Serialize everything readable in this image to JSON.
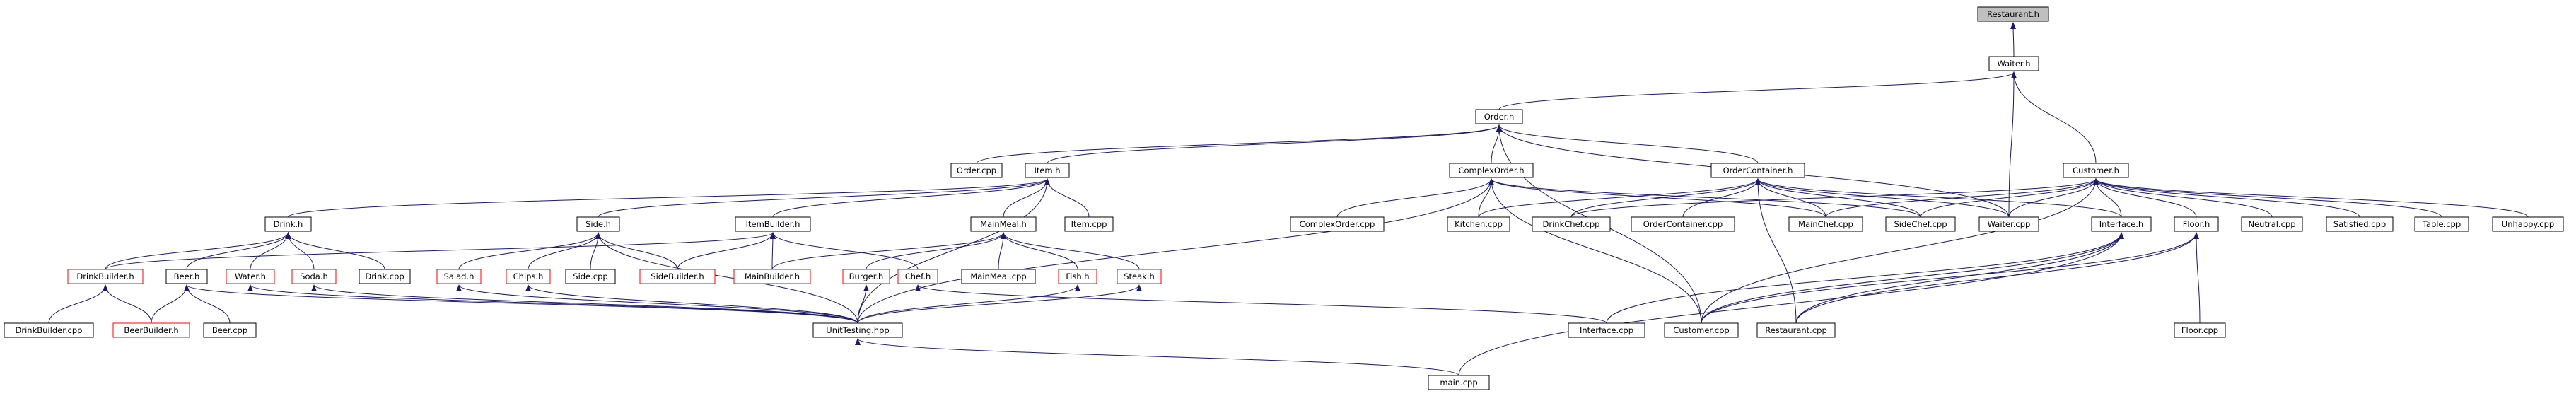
{
  "graph": {
    "nodes": [
      {
        "id": "restaurant_h",
        "label": "Restaurant.h",
        "style": "root"
      },
      {
        "id": "waiter_h",
        "label": "Waiter.h",
        "style": "normal"
      },
      {
        "id": "order_h",
        "label": "Order.h",
        "style": "normal"
      },
      {
        "id": "order_cpp",
        "label": "Order.cpp",
        "style": "normal"
      },
      {
        "id": "item_h",
        "label": "Item.h",
        "style": "normal"
      },
      {
        "id": "complexorder_h",
        "label": "ComplexOrder.h",
        "style": "normal"
      },
      {
        "id": "ordercontainer_h",
        "label": "OrderContainer.h",
        "style": "normal"
      },
      {
        "id": "customer_h",
        "label": "Customer.h",
        "style": "normal"
      },
      {
        "id": "drink_h",
        "label": "Drink.h",
        "style": "normal"
      },
      {
        "id": "side_h",
        "label": "Side.h",
        "style": "normal"
      },
      {
        "id": "itembuilder_h",
        "label": "ItemBuilder.h",
        "style": "normal"
      },
      {
        "id": "mainmeal_h",
        "label": "MainMeal.h",
        "style": "normal"
      },
      {
        "id": "item_cpp",
        "label": "Item.cpp",
        "style": "normal"
      },
      {
        "id": "complexorder_cpp",
        "label": "ComplexOrder.cpp",
        "style": "normal"
      },
      {
        "id": "kitchen_cpp",
        "label": "Kitchen.cpp",
        "style": "normal"
      },
      {
        "id": "drinkchef_cpp",
        "label": "DrinkChef.cpp",
        "style": "normal"
      },
      {
        "id": "ordercontainer_cpp",
        "label": "OrderContainer.cpp",
        "style": "normal"
      },
      {
        "id": "mainchef_cpp",
        "label": "MainChef.cpp",
        "style": "normal"
      },
      {
        "id": "sidechef_cpp",
        "label": "SideChef.cpp",
        "style": "normal"
      },
      {
        "id": "waiter_cpp",
        "label": "Waiter.cpp",
        "style": "normal"
      },
      {
        "id": "interface_h",
        "label": "Interface.h",
        "style": "normal"
      },
      {
        "id": "floor_h",
        "label": "Floor.h",
        "style": "normal"
      },
      {
        "id": "neutral_cpp",
        "label": "Neutral.cpp",
        "style": "normal"
      },
      {
        "id": "satisfied_cpp",
        "label": "Satisfied.cpp",
        "style": "normal"
      },
      {
        "id": "table_cpp",
        "label": "Table.cpp",
        "style": "normal"
      },
      {
        "id": "unhappy_cpp",
        "label": "Unhappy.cpp",
        "style": "normal"
      },
      {
        "id": "drinkbuilder_h",
        "label": "DrinkBuilder.h",
        "style": "red"
      },
      {
        "id": "beer_h",
        "label": "Beer.h",
        "style": "normal"
      },
      {
        "id": "water_h",
        "label": "Water.h",
        "style": "red"
      },
      {
        "id": "soda_h",
        "label": "Soda.h",
        "style": "red"
      },
      {
        "id": "drink_cpp",
        "label": "Drink.cpp",
        "style": "normal"
      },
      {
        "id": "salad_h",
        "label": "Salad.h",
        "style": "red"
      },
      {
        "id": "chips_h",
        "label": "Chips.h",
        "style": "red"
      },
      {
        "id": "side_cpp",
        "label": "Side.cpp",
        "style": "normal"
      },
      {
        "id": "sidebuilder_h",
        "label": "SideBuilder.h",
        "style": "red"
      },
      {
        "id": "mainbuilder_h",
        "label": "MainBuilder.h",
        "style": "red"
      },
      {
        "id": "chef_h",
        "label": "Chef.h",
        "style": "red"
      },
      {
        "id": "burger_h",
        "label": "Burger.h",
        "style": "red"
      },
      {
        "id": "mainmeal_cpp",
        "label": "MainMeal.cpp",
        "style": "normal"
      },
      {
        "id": "fish_h",
        "label": "Fish.h",
        "style": "red"
      },
      {
        "id": "steak_h",
        "label": "Steak.h",
        "style": "red"
      },
      {
        "id": "customer_cpp",
        "label": "Customer.cpp",
        "style": "normal"
      },
      {
        "id": "restaurant_cpp",
        "label": "Restaurant.cpp",
        "style": "normal"
      },
      {
        "id": "floor_cpp",
        "label": "Floor.cpp",
        "style": "normal"
      },
      {
        "id": "drinkbuilder_cpp",
        "label": "DrinkBuilder.cpp",
        "style": "normal"
      },
      {
        "id": "beerbuilder_h",
        "label": "BeerBuilder.h",
        "style": "red"
      },
      {
        "id": "beer_cpp",
        "label": "Beer.cpp",
        "style": "normal"
      },
      {
        "id": "unittesting_hpp",
        "label": "UnitTesting.hpp",
        "style": "normal"
      },
      {
        "id": "interface_cpp",
        "label": "Interface.cpp",
        "style": "normal"
      },
      {
        "id": "main_cpp",
        "label": "main.cpp",
        "style": "normal"
      }
    ],
    "edges": [
      [
        "restaurant_h",
        "waiter_h"
      ],
      [
        "waiter_h",
        "order_h"
      ],
      [
        "waiter_h",
        "customer_h"
      ],
      [
        "waiter_h",
        "waiter_cpp"
      ],
      [
        "order_h",
        "order_cpp"
      ],
      [
        "order_h",
        "item_h"
      ],
      [
        "order_h",
        "complexorder_h"
      ],
      [
        "order_h",
        "ordercontainer_h"
      ],
      [
        "order_h",
        "waiter_cpp"
      ],
      [
        "order_h",
        "customer_cpp"
      ],
      [
        "item_h",
        "drink_h"
      ],
      [
        "item_h",
        "side_h"
      ],
      [
        "item_h",
        "itembuilder_h"
      ],
      [
        "item_h",
        "mainmeal_h"
      ],
      [
        "item_h",
        "item_cpp"
      ],
      [
        "item_h",
        "unittesting_hpp"
      ],
      [
        "complexorder_h",
        "complexorder_cpp"
      ],
      [
        "complexorder_h",
        "kitchen_cpp"
      ],
      [
        "complexorder_h",
        "mainchef_cpp"
      ],
      [
        "complexorder_h",
        "sidechef_cpp"
      ],
      [
        "complexorder_h",
        "customer_cpp"
      ],
      [
        "complexorder_h",
        "unittesting_hpp"
      ],
      [
        "ordercontainer_h",
        "kitchen_cpp"
      ],
      [
        "ordercontainer_h",
        "drinkchef_cpp"
      ],
      [
        "ordercontainer_h",
        "ordercontainer_cpp"
      ],
      [
        "ordercontainer_h",
        "mainchef_cpp"
      ],
      [
        "ordercontainer_h",
        "sidechef_cpp"
      ],
      [
        "ordercontainer_h",
        "waiter_cpp"
      ],
      [
        "ordercontainer_h",
        "interface_h"
      ],
      [
        "ordercontainer_h",
        "restaurant_cpp"
      ],
      [
        "customer_h",
        "drinkchef_cpp"
      ],
      [
        "customer_h",
        "mainchef_cpp"
      ],
      [
        "customer_h",
        "sidechef_cpp"
      ],
      [
        "customer_h",
        "waiter_cpp"
      ],
      [
        "customer_h",
        "interface_h"
      ],
      [
        "customer_h",
        "floor_h"
      ],
      [
        "customer_h",
        "neutral_cpp"
      ],
      [
        "customer_h",
        "satisfied_cpp"
      ],
      [
        "customer_h",
        "table_cpp"
      ],
      [
        "customer_h",
        "unhappy_cpp"
      ],
      [
        "customer_h",
        "customer_cpp"
      ],
      [
        "drink_h",
        "drinkbuilder_h"
      ],
      [
        "drink_h",
        "beer_h"
      ],
      [
        "drink_h",
        "water_h"
      ],
      [
        "drink_h",
        "soda_h"
      ],
      [
        "drink_h",
        "drink_cpp"
      ],
      [
        "side_h",
        "salad_h"
      ],
      [
        "side_h",
        "chips_h"
      ],
      [
        "side_h",
        "side_cpp"
      ],
      [
        "side_h",
        "sidebuilder_h"
      ],
      [
        "side_h",
        "unittesting_hpp"
      ],
      [
        "itembuilder_h",
        "drinkbuilder_h"
      ],
      [
        "itembuilder_h",
        "sidebuilder_h"
      ],
      [
        "itembuilder_h",
        "mainbuilder_h"
      ],
      [
        "itembuilder_h",
        "chef_h"
      ],
      [
        "mainmeal_h",
        "mainbuilder_h"
      ],
      [
        "mainmeal_h",
        "burger_h"
      ],
      [
        "mainmeal_h",
        "mainmeal_cpp"
      ],
      [
        "mainmeal_h",
        "fish_h"
      ],
      [
        "mainmeal_h",
        "steak_h"
      ],
      [
        "drinkbuilder_h",
        "drinkbuilder_cpp"
      ],
      [
        "drinkbuilder_h",
        "beerbuilder_h"
      ],
      [
        "beer_h",
        "beerbuilder_h"
      ],
      [
        "beer_h",
        "beer_cpp"
      ],
      [
        "beer_h",
        "unittesting_hpp"
      ],
      [
        "water_h",
        "unittesting_hpp"
      ],
      [
        "soda_h",
        "unittesting_hpp"
      ],
      [
        "salad_h",
        "unittesting_hpp"
      ],
      [
        "chips_h",
        "unittesting_hpp"
      ],
      [
        "burger_h",
        "unittesting_hpp"
      ],
      [
        "fish_h",
        "unittesting_hpp"
      ],
      [
        "steak_h",
        "unittesting_hpp"
      ],
      [
        "chef_h",
        "interface_cpp"
      ],
      [
        "interface_h",
        "customer_cpp"
      ],
      [
        "interface_h",
        "restaurant_cpp"
      ],
      [
        "interface_h",
        "interface_cpp"
      ],
      [
        "interface_h",
        "main_cpp"
      ],
      [
        "floor_h",
        "floor_cpp"
      ],
      [
        "floor_h",
        "customer_cpp"
      ],
      [
        "floor_h",
        "restaurant_cpp"
      ],
      [
        "unittesting_hpp",
        "main_cpp"
      ]
    ]
  }
}
